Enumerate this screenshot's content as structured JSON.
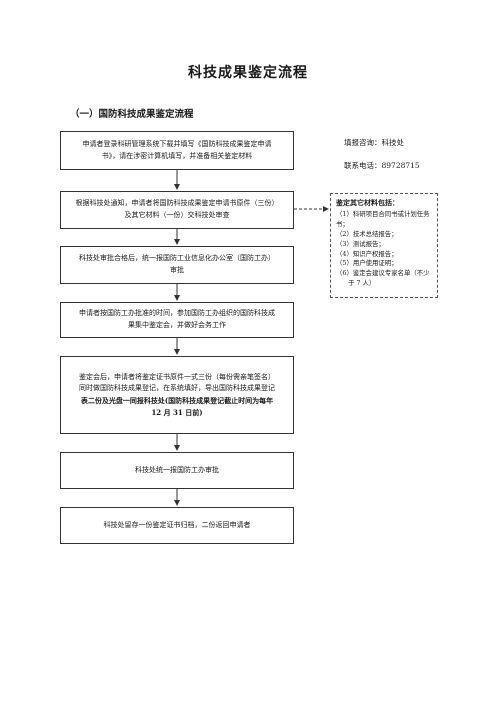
{
  "title": "科技成果鉴定流程",
  "subtitle": "（一）国防科技成果鉴定流程",
  "contact": {
    "consult": "填报咨询：科技处",
    "phone": "联系电话：89728715"
  },
  "steps": [
    {
      "lines": [
        "申请者登录科研管理系统下载并填写《国防科技成果鉴定申请",
        "书》，请在涉密计算机填写，并准备相关鉴定材料"
      ]
    },
    {
      "lines": [
        "根据科技处通知，申请者将国防科技成果鉴定申请书原件（三份）",
        "及其它材料（一份）交科技处审查"
      ]
    },
    {
      "lines": [
        "科技处审批合格后，统一报国防工业信息化办公室（国防工办）",
        "审批"
      ]
    },
    {
      "lines": [
        "申请者按国防工办批准的时间，参加国防工办组织的国防科技成",
        "果集中鉴定会，并做好会务工作"
      ]
    },
    {
      "lines": [
        "鉴定会后，申请者将鉴定证书原件一式三份（每份需亲笔签名）",
        "同时做国防科技成果登记，在系统填好，导出国防科技成果登记",
        "表二份及光盘一同报科技处(国防科技成果登记截止时间为每年",
        "12 月 31 日前)"
      ]
    },
    {
      "lines": [
        "科技处统一报国防工办审批"
      ]
    },
    {
      "lines": [
        "科技处留存一份鉴定证书归档，二份返回申请者"
      ]
    }
  ],
  "materials": {
    "title": "鉴定其它材料包括：",
    "items": [
      "（1）科研项目合同书或计划任务书；",
      "（2）技术总结报告；",
      "（3）测试报告；",
      "（4）知识产权报告；",
      "（5）用户使用证明；",
      "（6）鉴定会建议专家名单（不少",
      "于 7 人）"
    ]
  }
}
